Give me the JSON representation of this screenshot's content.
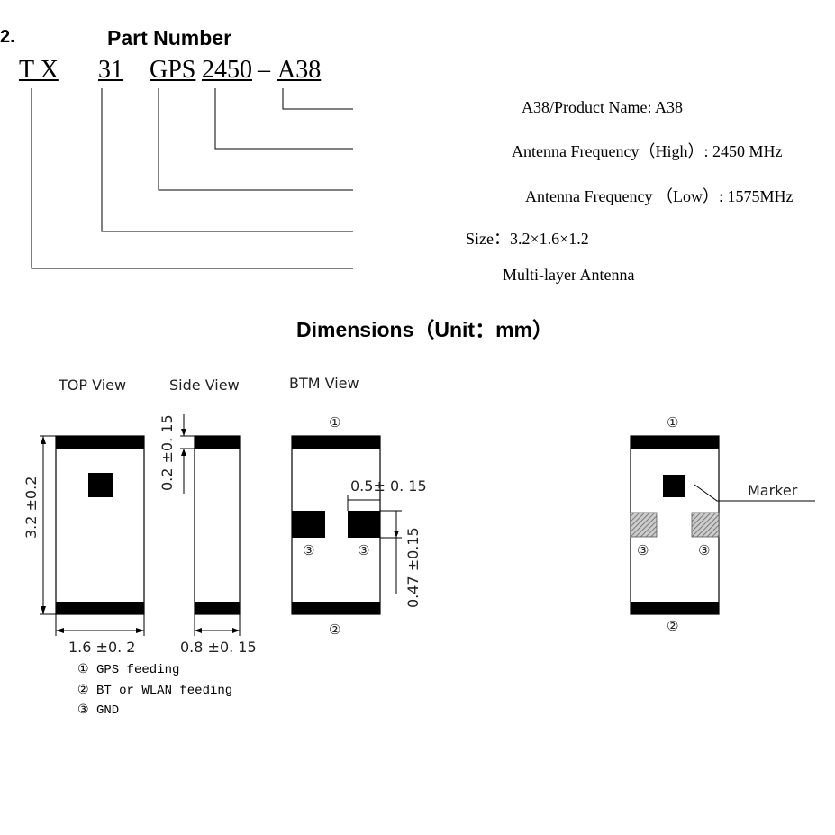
{
  "section_number": "2.",
  "section_title": "Part Number",
  "part_code": {
    "c1": "T X",
    "c2": "31",
    "c3": "GPS",
    "c4": "2450",
    "dash": "–",
    "c5": "A38"
  },
  "descriptions": [
    "A38/Product Name: A38",
    "Antenna Frequency（High）: 2450 MHz",
    "Antenna Frequency （Low）: 1575MHz",
    "Size：3.2×1.6×1.2",
    "Multi-layer Antenna"
  ],
  "dimensions_title": "Dimensions（Unit：mm）",
  "views": {
    "top": "TOP View",
    "side": "Side View",
    "bottom": "BTM View"
  },
  "dims": {
    "height": "3.2 ±0.2",
    "width": "1.6 ±0. 2",
    "thickness": "0.8 ±0. 15",
    "side_end": "0.2 ±0. 15",
    "pad_width": "0.5± 0. 15",
    "pad_height": "0.47 ±0.15"
  },
  "pads": {
    "p1": "①",
    "p2": "②",
    "p3": "③"
  },
  "legend": [
    "① GPS feeding",
    "② BT or WLAN feeding",
    "③ GND"
  ],
  "marker_label": "Marker"
}
